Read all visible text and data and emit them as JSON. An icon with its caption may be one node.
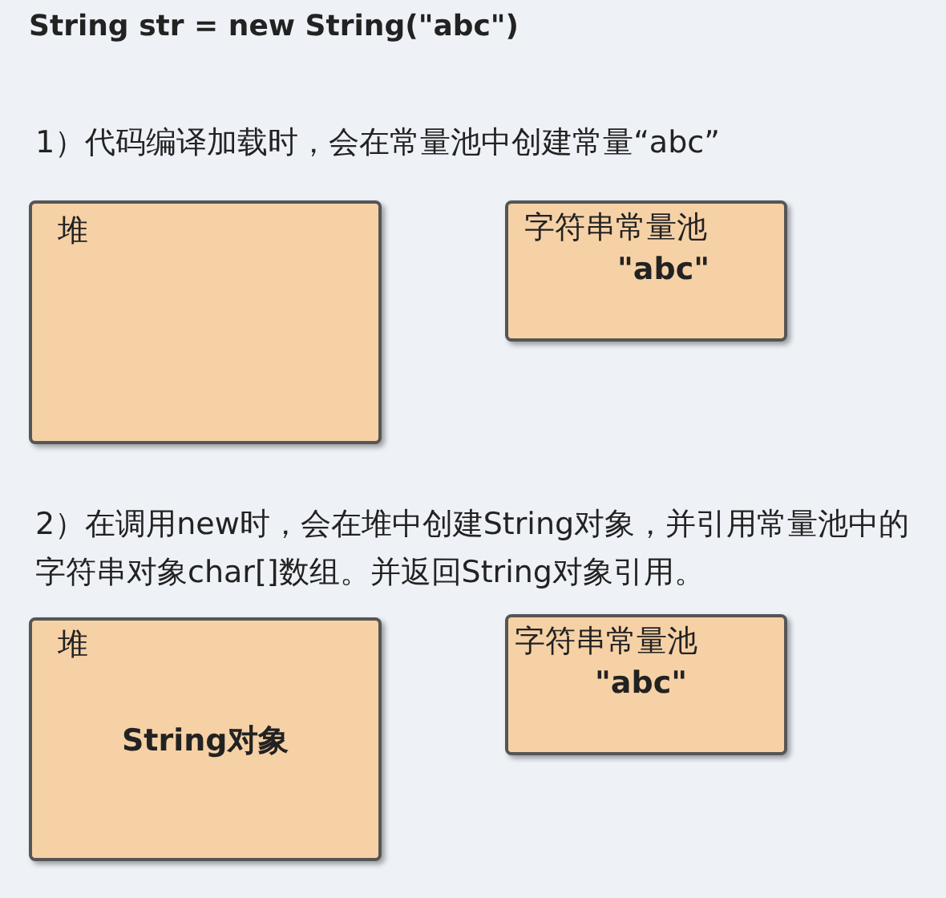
{
  "diagram": {
    "title": "String str = new String(\"abc\")",
    "nodes": [
      {
        "text": [
          "堆"
        ]
      },
      {
        "text": [
          "字符串常量池",
          "\"abc\""
        ]
      },
      {
        "text": [
          "堆",
          "String对象"
        ]
      },
      {
        "text": [
          "字符串常量池",
          "\"abc\""
        ]
      }
    ],
    "labels": [
      "1）代码编译加载时，会在常量池中创建常量“abc”",
      "2）在调用new时，会在堆中创建String对象，并引用常量池中的字符串对象char[]数组。并返回String对象引用。"
    ]
  }
}
